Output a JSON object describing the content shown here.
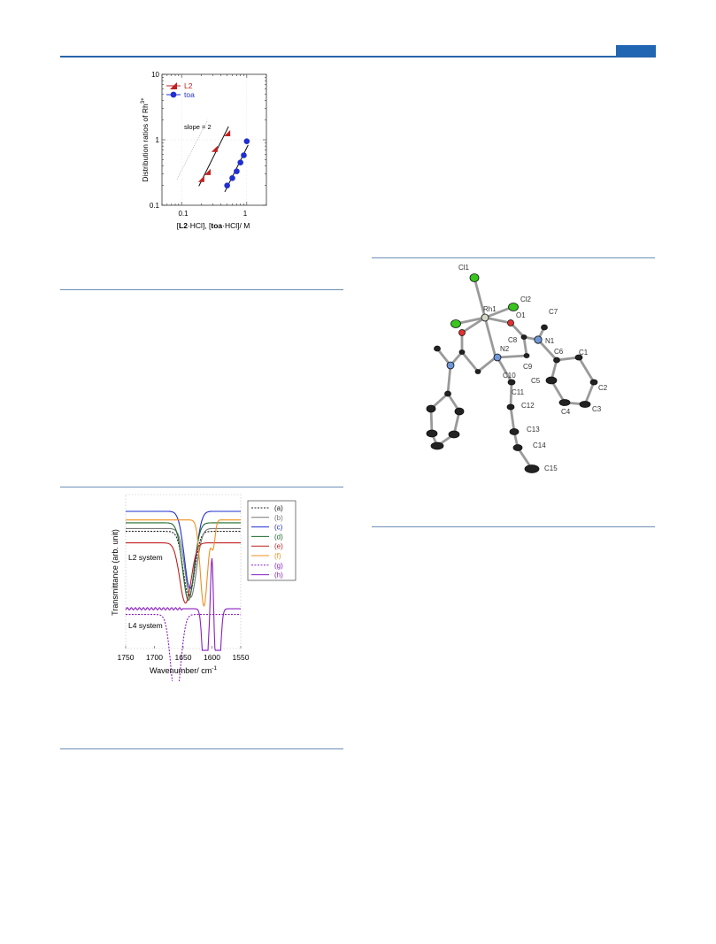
{
  "colors": {
    "header_blue": "#2166b3",
    "rule_blue": "#6d8fb6",
    "series_L2": "#c02020",
    "series_toa": "#1f2fd0"
  },
  "figure_top": {
    "ylabel": "Distribution ratios of Rh",
    "ylabel_sup": "3+",
    "xlabel_parts": [
      "[",
      "L2",
      "·HCl], [",
      "toa",
      "·HCl]/ M"
    ],
    "annotation": "slope = 2",
    "ytick_labels": [
      "10",
      "1",
      "0.1"
    ],
    "xtick_labels": [
      "0.1",
      "1"
    ],
    "legend": [
      "L2",
      "toa"
    ]
  },
  "figure_structure": {
    "atom_labels": [
      "Cl1",
      "Rh1",
      "Cl2",
      "O1",
      "C7",
      "C8",
      "N1",
      "N2",
      "C9",
      "C6",
      "C1",
      "C10",
      "C5",
      "C2",
      "C11",
      "C4",
      "C3",
      "C12",
      "C13",
      "C14",
      "C15"
    ]
  },
  "figure_ir": {
    "ylabel": "Transmittance (arb. unit)",
    "xlabel": "Wavenumber/ cm",
    "xlabel_sup": "-1",
    "xtick_labels": [
      "1750",
      "1700",
      "1650",
      "1600",
      "1550"
    ],
    "legend": [
      "(a)",
      "(b)",
      "(c)",
      "(d)",
      "(e)",
      "(f)",
      "(g)",
      "(h)"
    ],
    "system_labels": [
      "L2 system",
      "L4 system"
    ]
  },
  "chart_data": [
    {
      "type": "scatter",
      "xscale": "log",
      "yscale": "log",
      "xlabel": "[L2·HCl], [toa·HCl]/ M",
      "ylabel": "Distribution ratios of Rh3+",
      "xlim": [
        0.05,
        2
      ],
      "ylim": [
        0.1,
        10
      ],
      "series": [
        {
          "name": "L2",
          "x": [
            0.2,
            0.25,
            0.32,
            0.5
          ],
          "y": [
            0.25,
            0.32,
            0.72,
            1.25
          ]
        },
        {
          "name": "toa",
          "x": [
            0.5,
            0.6,
            0.7,
            0.8,
            0.9,
            1.0
          ],
          "y": [
            0.2,
            0.26,
            0.33,
            0.45,
            0.58,
            0.95
          ]
        }
      ],
      "annotation": "slope = 2"
    },
    {
      "type": "line",
      "xlabel": "Wavenumber/ cm-1",
      "ylabel": "Transmittance (arb. unit)",
      "xlim": [
        1750,
        1550
      ],
      "series": [
        {
          "name": "(a)",
          "color": "#222222",
          "dash": true,
          "center": 1640,
          "width": 14,
          "depth": 45,
          "base": 78
        },
        {
          "name": "(b)",
          "color": "#777777",
          "dash": false,
          "center": 1637,
          "width": 14,
          "depth": 48,
          "base": 80
        },
        {
          "name": "(c)",
          "color": "#1f2fd0",
          "dash": false,
          "center": 1638,
          "width": 14,
          "depth": 54,
          "base": 92
        },
        {
          "name": "(d)",
          "color": "#1d6b2a",
          "dash": false,
          "center": 1641,
          "width": 14,
          "depth": 54,
          "base": 84
        },
        {
          "name": "(e)",
          "color": "#c02020",
          "dash": false,
          "center": 1646,
          "width": 14,
          "depth": 42,
          "base": 70
        },
        {
          "name": "(f)",
          "color": "#ef8f20",
          "dash": false,
          "center": 1614,
          "width": 9,
          "depth": 60,
          "base": 86
        },
        {
          "name": "(g)",
          "color": "#8a1fc0",
          "dash": true,
          "center": 1663,
          "width": 12,
          "depth": 60,
          "base": 20
        },
        {
          "name": "(h)",
          "color": "#8a1fc0",
          "dash": false,
          "center": 1605,
          "width": 8,
          "depth": 60,
          "base": 2
        }
      ],
      "system_labels": [
        "L2 system",
        "L4 system"
      ]
    }
  ]
}
